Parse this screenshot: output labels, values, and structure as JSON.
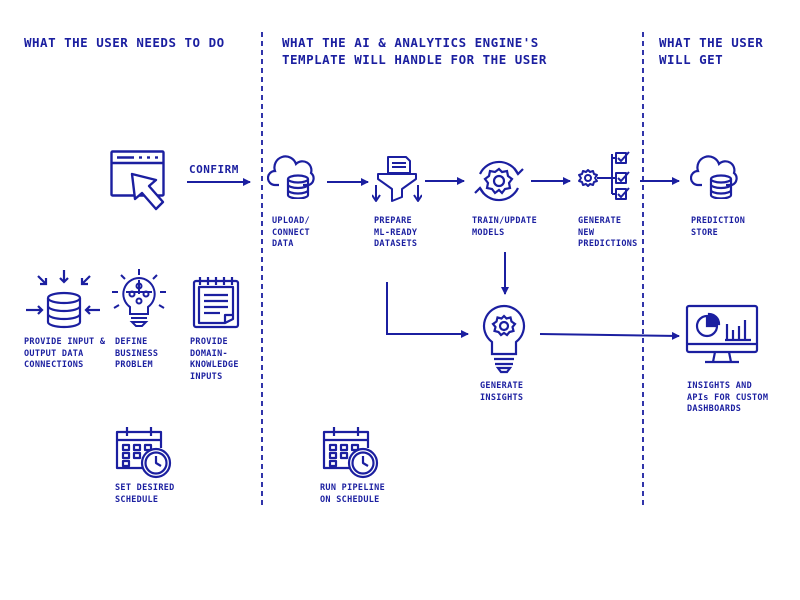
{
  "sections": {
    "user": "WHAT THE USER NEEDS TO DO",
    "engine": "WHAT THE AI & ANALYTICS ENGINE'S\nTEMPLATE WILL HANDLE FOR THE USER",
    "output": "WHAT THE USER\nWILL GET"
  },
  "confirm": "CONFIRM",
  "labels": {
    "upload": "UPLOAD/\nCONNECT\nDATA",
    "prepare": "PREPARE\nML-READY\nDATASETS",
    "train": "TRAIN/UPDATE\nMODELS",
    "predict": "GENERATE\nNEW\nPREDICTIONS",
    "store": "PREDICTION\nSTORE",
    "connections": "PROVIDE INPUT &\nOUTPUT DATA\nCONNECTIONS",
    "problem": "DEFINE\nBUSINESS\nPROBLEM",
    "knowledge": "PROVIDE\nDOMAIN-\nKNOWLEDGE\nINPUTS",
    "insights": "GENERATE\nINSIGHTS",
    "dashboards": "INSIGHTS AND\nAPIs FOR CUSTOM\nDASHBOARDS",
    "schedule": "SET DESIRED\nSCHEDULE",
    "pipeline": "RUN PIPELINE\nON SCHEDULE"
  },
  "colors": {
    "ink": "#1b1fa0",
    "background": "#ffffff"
  }
}
